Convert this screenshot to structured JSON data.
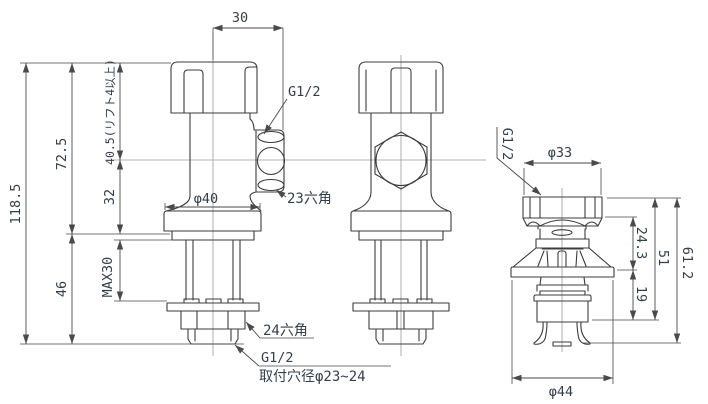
{
  "drawing": {
    "colors": {
      "line": "#3c3c3c",
      "dimension": "#4a4a4a",
      "centerline": "#9b9b9b",
      "text": "#333f49",
      "background": "#ffffff"
    },
    "side_view": {
      "total_height": "118.5",
      "upper_height": "72.5",
      "lift": "40.5(リフト4以上)",
      "outlet_drop": "32",
      "below_counter": "46",
      "max_counter": "MAX30",
      "reach": "30",
      "base_dia": "φ40",
      "outlet_thread": "G1/2",
      "outlet_hex": "23六角",
      "locknut_hex": "24六角",
      "shank_thread": "G1/2",
      "hole_note": "取付穴径φ23~24"
    },
    "detail_view": {
      "thread": "G1/2",
      "cap_dia": "φ33",
      "upper": "24.3",
      "mid": "51",
      "total": "61.2",
      "lower": "19",
      "flange_dia": "φ44"
    }
  }
}
